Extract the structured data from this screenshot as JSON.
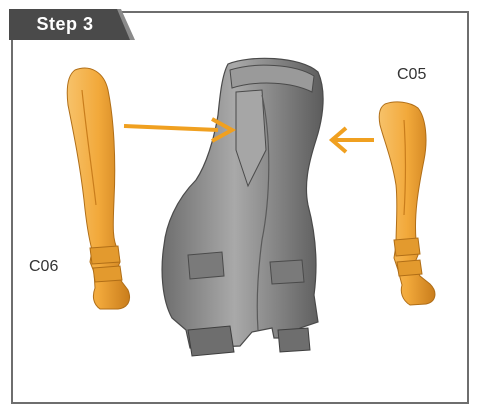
{
  "header": {
    "step_label": "Step 3"
  },
  "parts": {
    "left_label": "C06",
    "right_label": "C05"
  },
  "colors": {
    "tab_dark": "#4a4a4a",
    "tab_light": "#8a8a8a",
    "part_orange": "#f2a93b",
    "part_orange_dark": "#c97d1c",
    "arrow": "#f0a020",
    "body_gray": "#8c8c8c"
  },
  "icons": [
    "left-leg-part",
    "right-leg-part",
    "torso-part",
    "right-arrow-icon",
    "left-arrow-icon"
  ]
}
